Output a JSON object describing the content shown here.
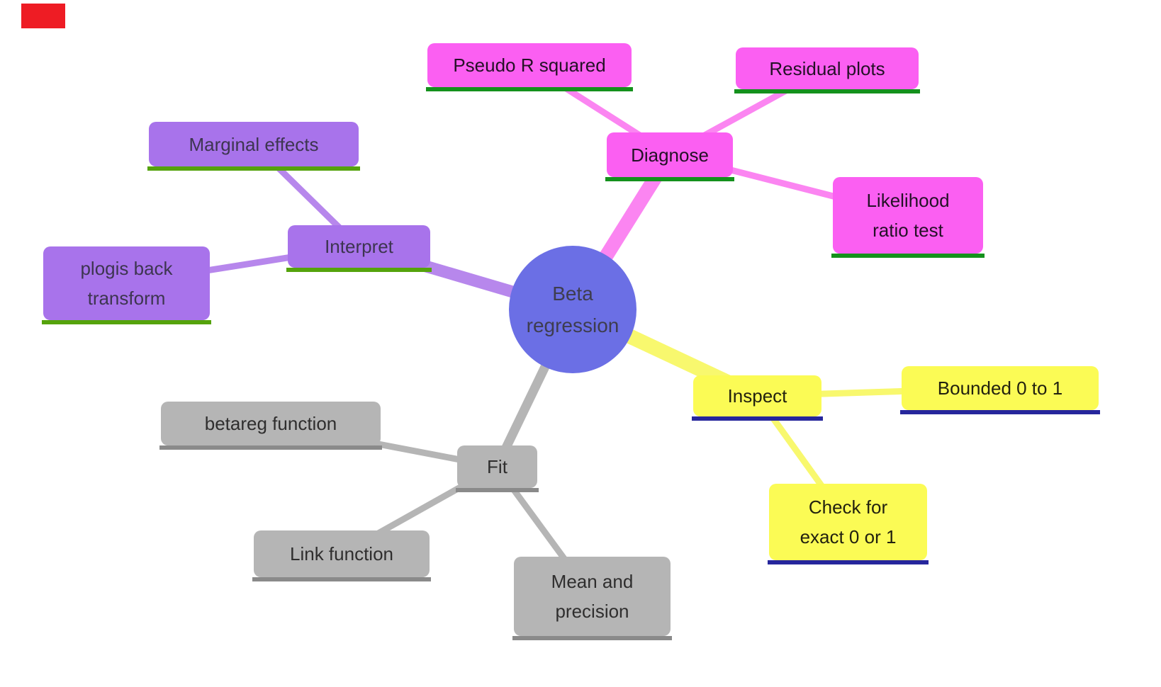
{
  "canvas": {
    "background": "#ffffff"
  },
  "colors": {
    "red_marker": "#ee1c24",
    "center_fill": "#6b6fe5",
    "center_text": "#3e3d4f",
    "diagnose_box": "#fb5ff2",
    "diagnose_edge": "#fb85f1",
    "diagnose_underline": "#14911c",
    "diagnose_text": "#241126",
    "interpret_box": "#a873eb",
    "interpret_edge": "#b787ec",
    "interpret_underline": "#55a30c",
    "interpret_text": "#3d3550",
    "inspect_box": "#fbfb55",
    "inspect_edge": "#f8f86e",
    "inspect_underline": "#26269c",
    "inspect_text": "#22210f",
    "fit_box": "#b5b5b5",
    "fit_edge": "#b5b5b5",
    "fit_underline": "#8a8a8a",
    "fit_text": "#2f2e2e"
  },
  "center": {
    "lines": [
      "Beta",
      "regression"
    ]
  },
  "nodes": {
    "diagnose": {
      "lines": [
        "Diagnose"
      ]
    },
    "pseudo_r_squared": {
      "lines": [
        "Pseudo R squared"
      ]
    },
    "residual_plots": {
      "lines": [
        "Residual plots"
      ]
    },
    "likelihood_ratio_test": {
      "lines": [
        "Likelihood",
        "ratio test"
      ]
    },
    "interpret": {
      "lines": [
        "Interpret"
      ]
    },
    "marginal_effects": {
      "lines": [
        "Marginal effects"
      ]
    },
    "plogis_back_transform": {
      "lines": [
        "plogis back",
        "transform"
      ]
    },
    "inspect": {
      "lines": [
        "Inspect"
      ]
    },
    "bounded_0_to_1": {
      "lines": [
        "Bounded 0 to 1"
      ]
    },
    "check_for_exact_0_or_1": {
      "lines": [
        "Check for",
        "exact 0 or 1"
      ]
    },
    "fit": {
      "lines": [
        "Fit"
      ]
    },
    "betareg_function": {
      "lines": [
        "betareg function"
      ]
    },
    "link_function": {
      "lines": [
        "Link function"
      ]
    },
    "mean_and_precision": {
      "lines": [
        "Mean and",
        "precision"
      ]
    }
  }
}
